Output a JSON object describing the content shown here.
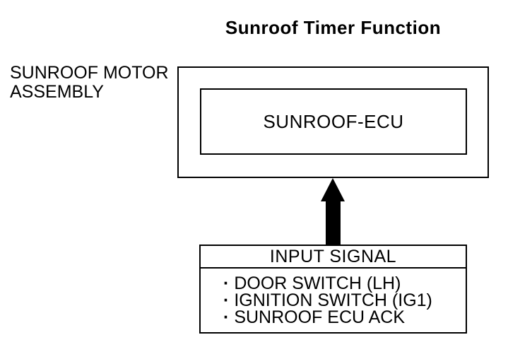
{
  "title": "Sunroof Timer Function",
  "motor_assembly_label": "SUNROOF MOTOR\nASSEMBLY",
  "ecu_label": "SUNROOF-ECU",
  "input_signal": {
    "header": "INPUT SIGNAL",
    "bullet": "·",
    "items": [
      "DOOR SWITCH (LH)",
      "IGNITION SWITCH (IG1)",
      "SUNROOF ECU ACK"
    ]
  },
  "colors": {
    "line": "#000000",
    "background": "#ffffff"
  }
}
